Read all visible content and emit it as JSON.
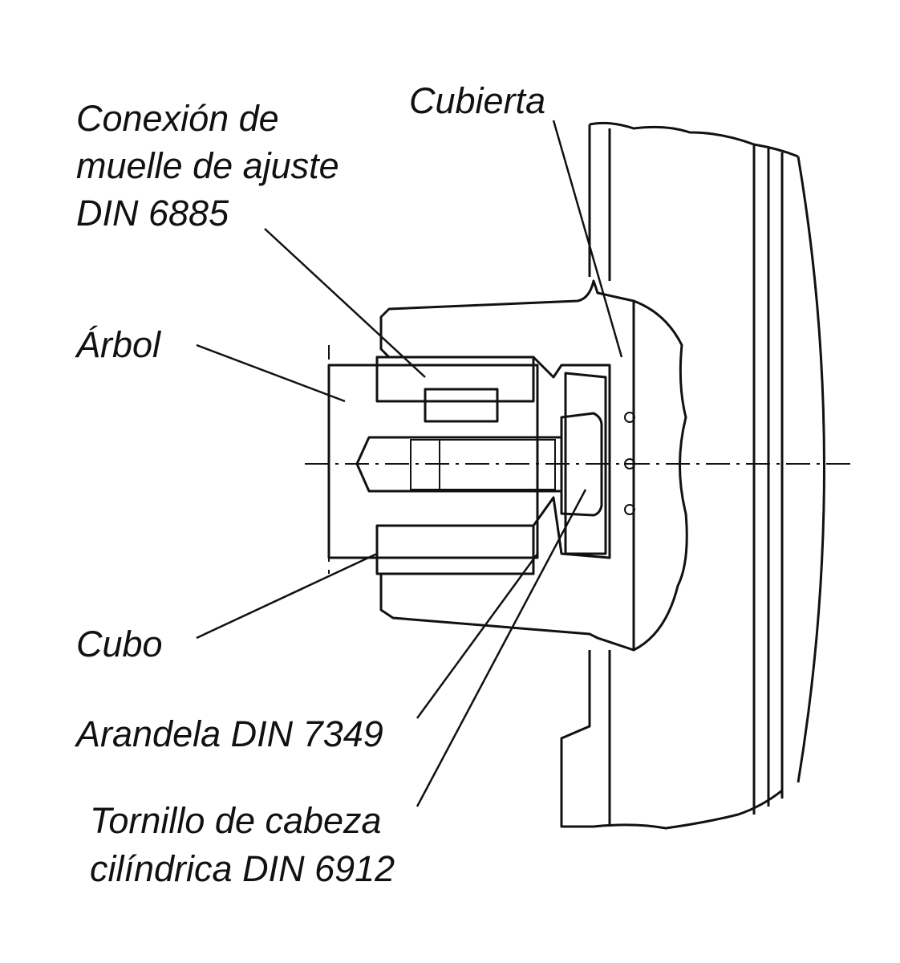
{
  "labels": {
    "keyway": [
      "Conexión de",
      "muelle de ajuste",
      "DIN 6885"
    ],
    "cover": "Cubierta",
    "shaft": "Árbol",
    "hub": "Cubo",
    "washer": "Arandela DIN 7349",
    "screw": [
      "Tornillo de cabeza",
      "cilíndrica DIN 6912"
    ]
  }
}
